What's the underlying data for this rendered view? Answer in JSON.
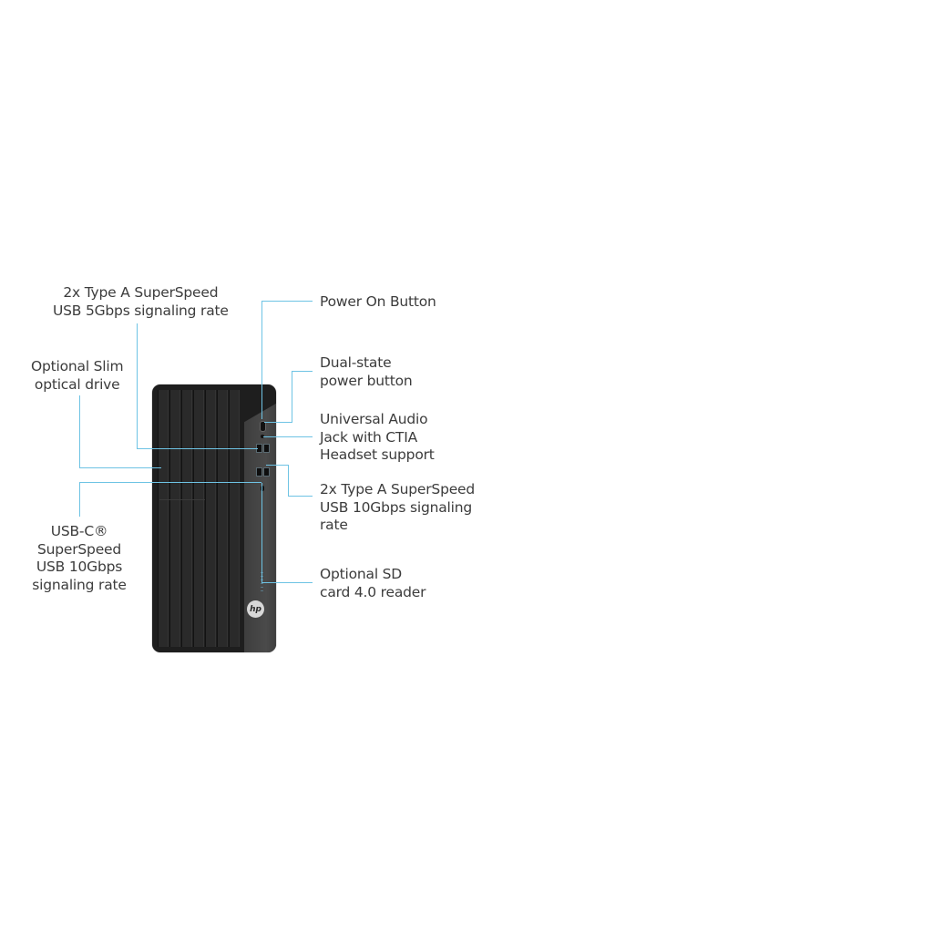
{
  "diagram": {
    "title": "",
    "accent_color": "#6ec3e4",
    "device": {
      "name": "desktop-tower",
      "logo": "hp"
    },
    "callouts_left": [
      {
        "id": "usb-5gbps",
        "lines": [
          "2x Type A SuperSpeed",
          "USB 5Gbps signaling rate"
        ]
      },
      {
        "id": "optical-drive",
        "lines": [
          "Optional Slim",
          "optical drive"
        ]
      },
      {
        "id": "usb-c",
        "lines": [
          "USB-C®",
          "SuperSpeed",
          "USB 10Gbps",
          "signaling rate"
        ]
      }
    ],
    "callouts_right": [
      {
        "id": "power-on",
        "lines": [
          "Power On Button"
        ]
      },
      {
        "id": "dual-state",
        "lines": [
          "Dual-state",
          "power button"
        ]
      },
      {
        "id": "audio-jack",
        "lines": [
          "Universal Audio",
          "Jack with CTIA",
          "Headset support"
        ]
      },
      {
        "id": "usb-10gbps",
        "lines": [
          "2x Type A SuperSpeed",
          "USB 10Gbps signaling",
          "rate"
        ]
      },
      {
        "id": "sd-reader",
        "lines": [
          "Optional SD",
          "card 4.0 reader"
        ]
      }
    ]
  }
}
